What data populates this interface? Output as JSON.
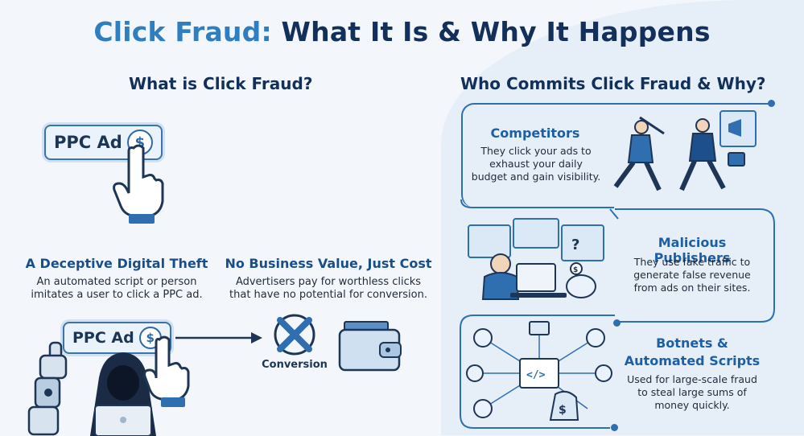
{
  "title": {
    "part1": "Click Fraud:",
    "part2": "What It Is & Why It Happens"
  },
  "left": {
    "heading": "What is Click Fraud?",
    "ppc_label": "PPC Ad",
    "coin_symbol": "$",
    "deceptive": {
      "title": "A Deceptive Digital Theft",
      "text_line1": "An automated script or person",
      "text_line2": "imitates a user to click a PPC ad."
    },
    "no_value": {
      "title": "No Business Value, Just Cost",
      "text_line1": "Advertisers pay for worthless clicks",
      "text_line2": "that have no potential for conversion."
    },
    "conversion_label": "Conversion"
  },
  "right": {
    "heading": "Who Commits Click Fraud & Why?",
    "competitors": {
      "title": "Competitors",
      "text_line1": "They click your ads to",
      "text_line2": "exhaust your daily",
      "text_line3": "budget and gain visibility."
    },
    "publishers": {
      "title": "Malicious Publishers",
      "text_line1": "They use fake traffic to",
      "text_line2": "generate false revenue",
      "text_line3": "from ads on their sites."
    },
    "botnets": {
      "title_line1": "Botnets &",
      "title_line2": "Automated Scripts",
      "text_line1": "Used for large-scale fraud",
      "text_line2": "to steal large sums of",
      "text_line3": "money quickly."
    }
  },
  "colors": {
    "accent": "#2f7fc0",
    "navy": "#12305a",
    "panel": "#e6eff8",
    "line": "#2f6fb0"
  }
}
